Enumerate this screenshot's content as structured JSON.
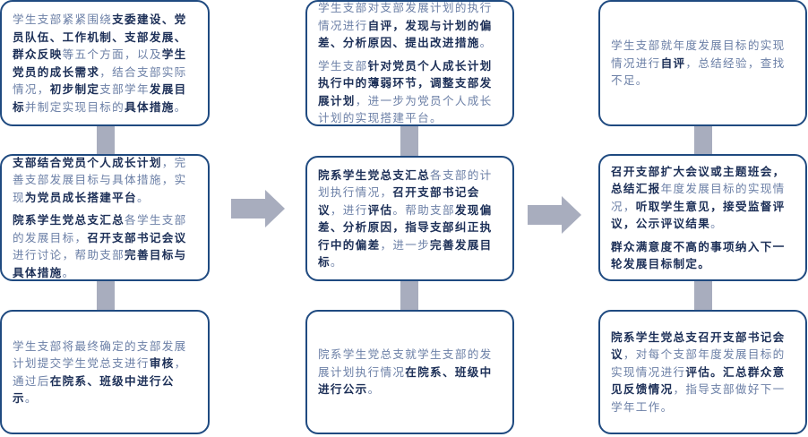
{
  "diagram": {
    "type": "flowchart",
    "colors": {
      "border": "#1f4a80",
      "text_light": "#6b7fa6",
      "text_bold": "#1c2f57",
      "connector": "#a8adbe"
    },
    "columns": [
      {
        "boxes": [
          {
            "paragraphs": [
              {
                "segments": [
                  {
                    "text": "学生支部紧紧围绕",
                    "bold": false
                  },
                  {
                    "text": "支委建设、党员队伍、工作机制、支部发展、群众反映",
                    "bold": true
                  },
                  {
                    "text": "等五个方面，以及",
                    "bold": false
                  },
                  {
                    "text": "学生党员的成长需求",
                    "bold": true
                  },
                  {
                    "text": "，结合支部实际情况，",
                    "bold": false
                  },
                  {
                    "text": "初步制定",
                    "bold": true
                  },
                  {
                    "text": "支部学年",
                    "bold": false
                  },
                  {
                    "text": "发展目标",
                    "bold": true
                  },
                  {
                    "text": "并制定实现目标的",
                    "bold": false
                  },
                  {
                    "text": "具体措施",
                    "bold": true
                  },
                  {
                    "text": "。",
                    "bold": false
                  }
                ]
              }
            ]
          },
          {
            "paragraphs": [
              {
                "segments": [
                  {
                    "text": "支部结合党员个人成长计划",
                    "bold": true
                  },
                  {
                    "text": "，完善支部发展目标与具体措施，实现",
                    "bold": false
                  },
                  {
                    "text": "为党员成长搭建平台",
                    "bold": true
                  },
                  {
                    "text": "。",
                    "bold": false
                  }
                ]
              },
              {
                "segments": [
                  {
                    "text": "院系学生党总支汇总",
                    "bold": true
                  },
                  {
                    "text": "各学生支部的发展目标，",
                    "bold": false
                  },
                  {
                    "text": "召开支部书记会议",
                    "bold": true
                  },
                  {
                    "text": "进行讨论，帮助支部",
                    "bold": false
                  },
                  {
                    "text": "完善目标与具体措施",
                    "bold": true
                  },
                  {
                    "text": "。",
                    "bold": false
                  }
                ]
              }
            ]
          },
          {
            "paragraphs": [
              {
                "segments": [
                  {
                    "text": "学生支部将最终确定的支部发展计划提交学生党总支进行",
                    "bold": false
                  },
                  {
                    "text": "审核",
                    "bold": true
                  },
                  {
                    "text": "，通过后",
                    "bold": false
                  },
                  {
                    "text": "在院系、班级中进行公示",
                    "bold": true
                  },
                  {
                    "text": "。",
                    "bold": false
                  }
                ]
              }
            ]
          }
        ]
      },
      {
        "boxes": [
          {
            "paragraphs": [
              {
                "segments": [
                  {
                    "text": "学生支部对支部发展计划的执行情况进行",
                    "bold": false
                  },
                  {
                    "text": "自评，发现与计划的偏差、分析原因、提出改进措施",
                    "bold": true
                  },
                  {
                    "text": "。",
                    "bold": false
                  }
                ]
              },
              {
                "segments": [
                  {
                    "text": "学生支部",
                    "bold": false
                  },
                  {
                    "text": "针对党员个人成长计划执行中的薄弱环节，调整支部发展计划",
                    "bold": true
                  },
                  {
                    "text": "，进一步为党员个人成长计划的实现搭建平台。",
                    "bold": false
                  }
                ]
              }
            ]
          },
          {
            "paragraphs": [
              {
                "segments": [
                  {
                    "text": "院系学生党总支汇总",
                    "bold": true
                  },
                  {
                    "text": "各支部的计划执行情况，",
                    "bold": false
                  },
                  {
                    "text": "召开支部书记会议",
                    "bold": true
                  },
                  {
                    "text": "，进行",
                    "bold": false
                  },
                  {
                    "text": "评估",
                    "bold": true
                  },
                  {
                    "text": "。帮助支部",
                    "bold": false
                  },
                  {
                    "text": "发现偏差、分析原因，指导支部纠正执行中的偏差",
                    "bold": true
                  },
                  {
                    "text": "，进一步",
                    "bold": false
                  },
                  {
                    "text": "完善发展目标",
                    "bold": true
                  },
                  {
                    "text": "。",
                    "bold": false
                  }
                ]
              }
            ]
          },
          {
            "paragraphs": [
              {
                "segments": [
                  {
                    "text": "院系学生党总支就学生支部的发展计划执行情况",
                    "bold": false
                  },
                  {
                    "text": "在院系、班级中进行公示",
                    "bold": true
                  },
                  {
                    "text": "。",
                    "bold": false
                  }
                ]
              }
            ]
          }
        ]
      },
      {
        "boxes": [
          {
            "paragraphs": [
              {
                "segments": [
                  {
                    "text": "学生支部就年度发展目标的实现情况进行",
                    "bold": false
                  },
                  {
                    "text": "自评",
                    "bold": true
                  },
                  {
                    "text": "，总结经验，查找不足。",
                    "bold": false
                  }
                ]
              }
            ]
          },
          {
            "paragraphs": [
              {
                "segments": [
                  {
                    "text": "召开支部扩大会议或主题班会，总结汇报",
                    "bold": true
                  },
                  {
                    "text": "年度发展目标的实现情况，",
                    "bold": false
                  },
                  {
                    "text": "听取学生意见，接受监督评议，公示评议结果",
                    "bold": true
                  },
                  {
                    "text": "。",
                    "bold": false
                  }
                ]
              },
              {
                "segments": [
                  {
                    "text": "群众满意度不高的事项纳入下一轮发展目标制定。",
                    "bold": true
                  }
                ]
              }
            ]
          },
          {
            "paragraphs": [
              {
                "segments": [
                  {
                    "text": "院系学生党总支召开支部书记会议",
                    "bold": true
                  },
                  {
                    "text": "，对每个支部年度发展目标的实现情况进行",
                    "bold": false
                  },
                  {
                    "text": "评估。汇总群众意见反馈情况",
                    "bold": true
                  },
                  {
                    "text": "，指导支部做好下一学年工作。",
                    "bold": false
                  }
                ]
              }
            ]
          }
        ]
      }
    ],
    "arrows": [
      {
        "from_column": 1,
        "to_column": 2,
        "icon": "right-arrow-icon"
      },
      {
        "from_column": 2,
        "to_column": 3,
        "icon": "right-arrow-icon"
      }
    ]
  }
}
